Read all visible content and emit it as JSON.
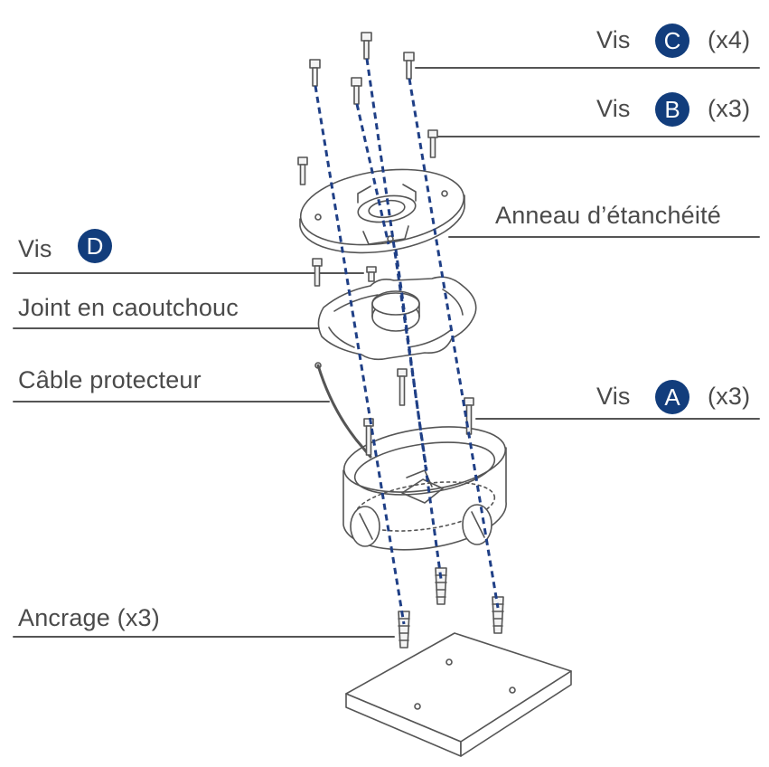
{
  "colors": {
    "badge": "#123d7c",
    "guide_line": "#1f3f86",
    "outline": "#555555",
    "leader": "#555555",
    "text": "#4a4a4a"
  },
  "labels": {
    "vis_c": {
      "word": "Vis",
      "letter": "C",
      "qty": "(x4)"
    },
    "vis_b": {
      "word": "Vis",
      "letter": "B",
      "qty": "(x3)"
    },
    "seal_ring": "Anneau d’étanchéité",
    "vis_d": {
      "word": "Vis",
      "letter": "D"
    },
    "rubber_gasket": "Joint en caoutchouc",
    "protective_cable": "Câble protecteur",
    "vis_a": {
      "word": "Vis",
      "letter": "A",
      "qty": "(x3)"
    },
    "anchor": "Ancrage (x3)"
  }
}
